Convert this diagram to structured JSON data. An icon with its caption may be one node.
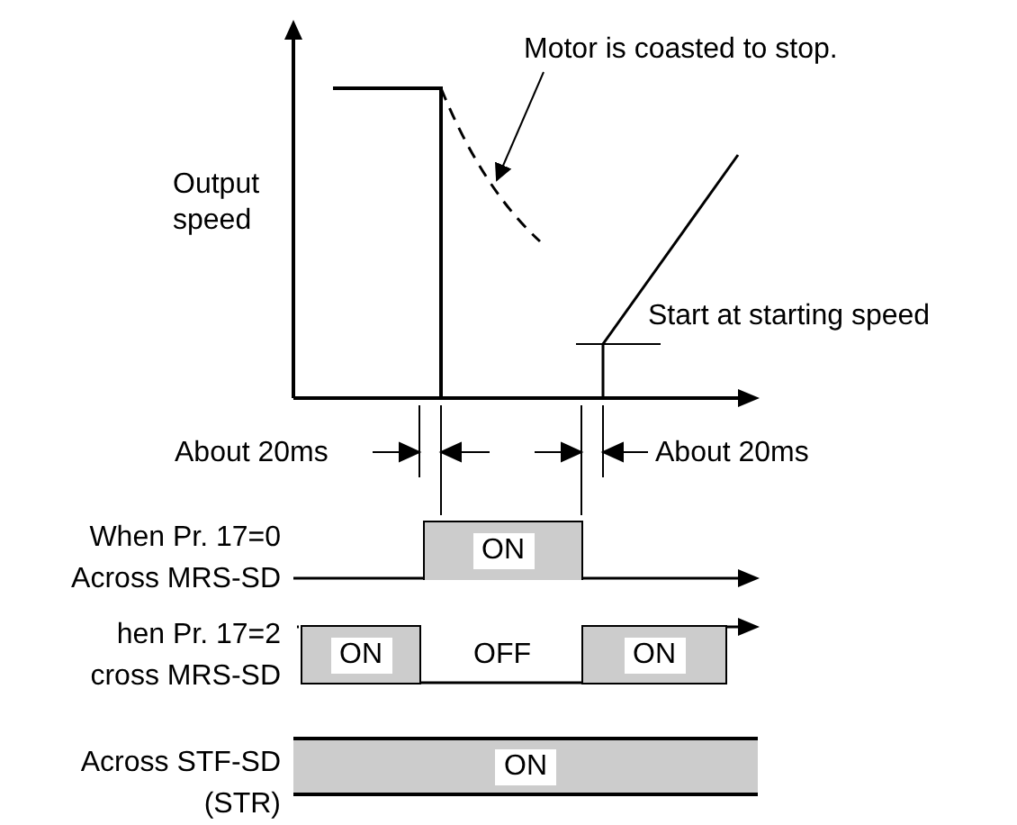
{
  "diagram": {
    "nodes": [
      {
        "text": [
          "Motor is coasted to stop."
        ]
      },
      {
        "text": [],
        "shape": "curve"
      }
    ],
    "edges": [
      {
        "from": 0,
        "to": 1,
        "arrow": "to"
      }
    ],
    "labels": [
      "Output speed",
      "Start at starting speed",
      "About 20ms",
      "About 20ms",
      "When Pr. 17=0 Across MRS-SD",
      "ON",
      "hen Pr. 17=2 cross MRS-SD",
      "ON",
      "OFF",
      "ON",
      "Across STF-SD (STR)",
      "ON"
    ]
  }
}
